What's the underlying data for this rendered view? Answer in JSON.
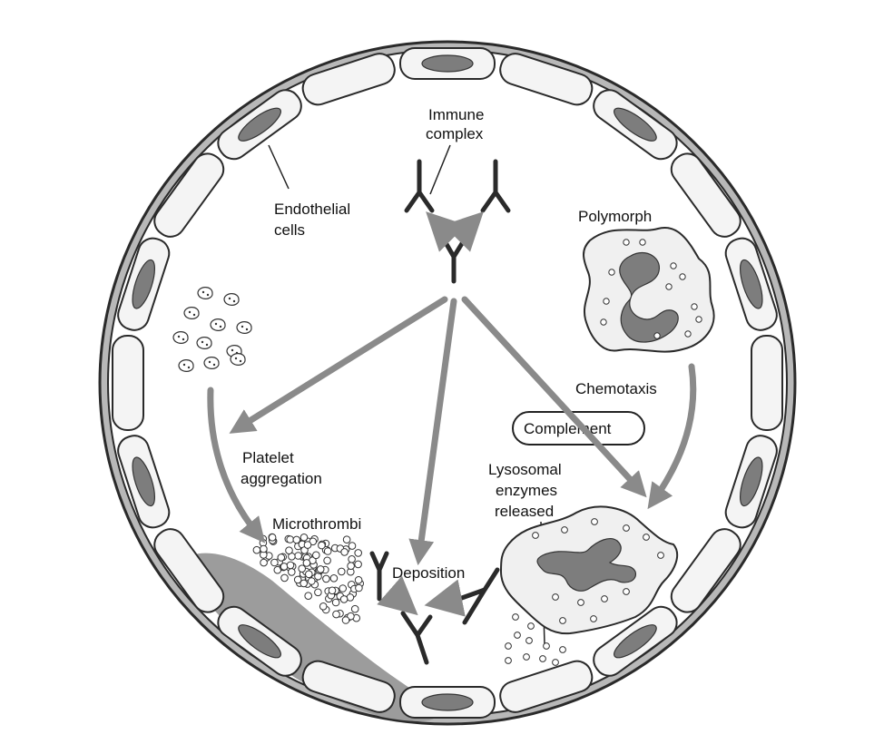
{
  "labels": {
    "immune_complex_line1": "Immune",
    "immune_complex_line2": "complex",
    "endothelial_line1": "Endothelial",
    "endothelial_line2": "cells",
    "polymorph": "Polymorph",
    "chemotaxis": "Chemotaxis",
    "complement": "Complement",
    "platelet_line1": "Platelet",
    "platelet_line2": "aggregation",
    "microthrombi": "Microthrombi",
    "lysosomal_line1": "Lysosomal",
    "lysosomal_line2": "enzymes",
    "lysosomal_line3": "released",
    "deposition": "Deposition"
  },
  "icons": {
    "vessel": "blood-vessel-cross-section-icon",
    "antibody": "antibody-y-icon",
    "polymorph": "polymorph-cell-icon",
    "platelets": "platelet-cluster-icon",
    "microthrombi": "microthrombi-cluster-icon",
    "degranulating": "degranulating-polymorph-icon"
  },
  "colors": {
    "arrow": "#8a8a8a",
    "vessel_wall": "#b8b8b8",
    "cell_fill": "#f4f4f4",
    "nucleus": "#7d7d7d",
    "outline": "#2a2a2a"
  }
}
